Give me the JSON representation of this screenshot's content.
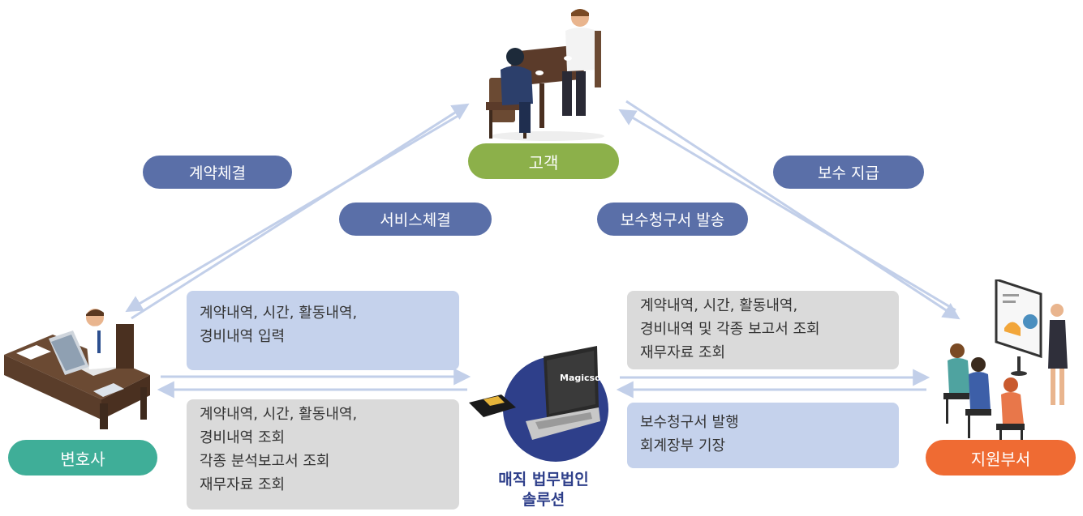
{
  "flows": {
    "contract": "계약체결",
    "service": "서비스체결",
    "invoice_send": "보수청구서 발송",
    "payment": "보수 지급"
  },
  "roles": {
    "customer": "고객",
    "lawyer": "변호사",
    "support": "지원부서"
  },
  "center": {
    "label_line1": "매직 법무법인",
    "label_line2": "솔루션",
    "laptop_logo": "Magicsoft"
  },
  "boxes": {
    "lawyer_input": [
      "계약내역, 시간, 활동내역,",
      "경비내역 입력"
    ],
    "lawyer_view": [
      "계약내역, 시간, 활동내역,",
      "경비내역 조회",
      "각종 분석보고서 조회",
      "재무자료 조회"
    ],
    "support_view": [
      "계약내역, 시간, 활동내역,",
      "경비내역  및 각종 보고서 조회",
      "재무자료 조회"
    ],
    "support_issue": [
      "보수청구서 발행",
      "회계장부 기장"
    ]
  },
  "colors": {
    "flow_pill": "#5a6fa8",
    "customer": "#8cb04a",
    "lawyer": "#3fae98",
    "support": "#ef6b33",
    "center_circle": "#2e3f8a",
    "arrow": "#c2cfe9"
  }
}
